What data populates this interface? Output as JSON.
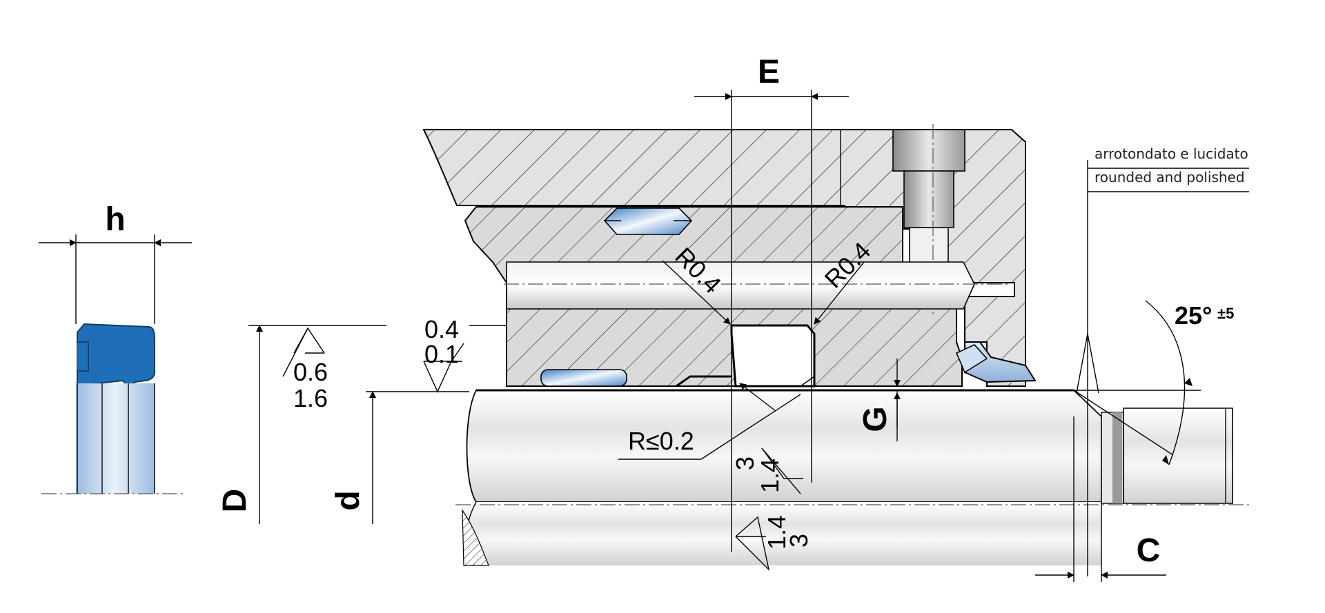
{
  "labels": {
    "h": "h",
    "E": "E",
    "D": "D",
    "d": "d",
    "G": "G",
    "C": "C",
    "r04_left": "R0.4",
    "r04_right": "R0.4",
    "r_small": "R≤0.2",
    "angle": "25°",
    "angle_tol": "±5"
  },
  "tolerances": {
    "upper_a": "0.4",
    "upper_b": "0.1",
    "rough_a": "0.6",
    "rough_b": "1.6",
    "groove_a": "3",
    "groove_b": "1.4",
    "rod_a": "1.4",
    "rod_b": "3"
  },
  "note": {
    "italian": "arrotondato e lucidato",
    "english": "rounded and polished"
  },
  "colors": {
    "seal_blue": "#1f6fb8",
    "seal_light": "#b9cfe6",
    "hatch": "#3a3a3a",
    "metal_light": "#f4f4f4",
    "metal_mid": "#d8d8d8"
  }
}
